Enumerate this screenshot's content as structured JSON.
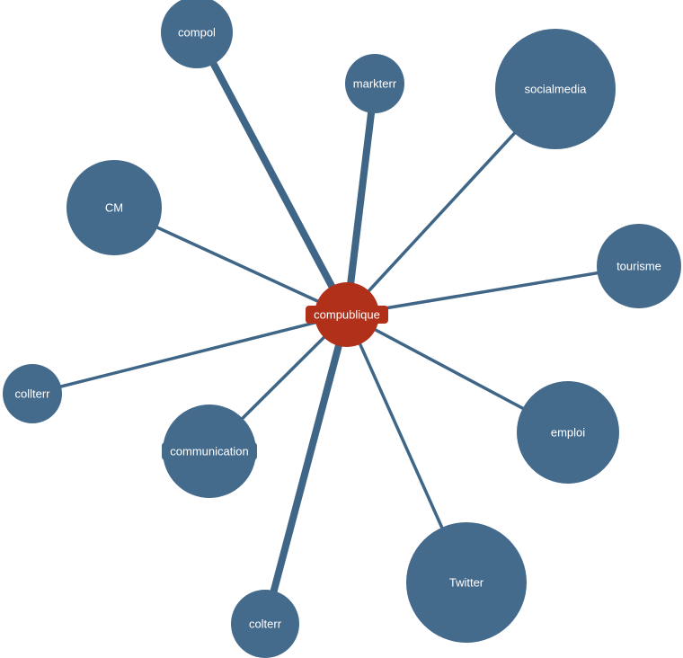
{
  "colors": {
    "edge": "#3f6687",
    "node": "#446a8c",
    "center_node": "#b0301a",
    "label_text": "#ffffff"
  },
  "center": {
    "label": "compublique"
  },
  "nodes": [
    {
      "id": "compol",
      "label": "compol",
      "edge_weight": "heavy"
    },
    {
      "id": "markterr",
      "label": "markterr",
      "edge_weight": "heavy"
    },
    {
      "id": "socialmedia",
      "label": "socialmedia",
      "edge_weight": "light"
    },
    {
      "id": "cm",
      "label": "CM",
      "edge_weight": "light"
    },
    {
      "id": "tourisme",
      "label": "tourisme",
      "edge_weight": "light"
    },
    {
      "id": "collterr",
      "label": "collterr",
      "edge_weight": "light"
    },
    {
      "id": "emploi",
      "label": "emploi",
      "edge_weight": "light"
    },
    {
      "id": "communication",
      "label": "communication",
      "edge_weight": "light"
    },
    {
      "id": "twitter",
      "label": "Twitter",
      "edge_weight": "light"
    },
    {
      "id": "colterr",
      "label": "colterr",
      "edge_weight": "heavy"
    }
  ]
}
